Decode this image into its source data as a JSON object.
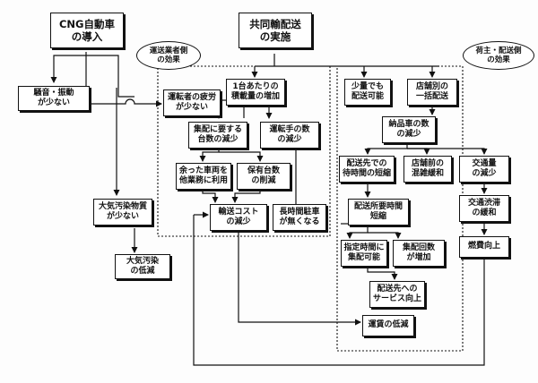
{
  "diagram": {
    "nodes": {
      "cng": "CNG自動車\nの導入",
      "joint": "共同輸配送\nの実施",
      "noise": "騒音・振動\nが少ない",
      "air_pollutant": "大気汚染物質\nが少ない",
      "air_reduce": "大気汚染\nの低減",
      "driver_fatigue": "運転者の疲労\nが少ない",
      "load_increase": "1台あたりの\n積載量の増加",
      "vehicles_needed": "集配に要する\n台数の減少",
      "drivers_reduce": "運転手の数\nの減少",
      "surplus_vehicles": "余った車両を\n他業務に利用",
      "fleet_reduce": "保有台数\nの削減",
      "transport_cost": "輸送コスト\nの減少",
      "long_parking": "長時間駐車\nが無くなる",
      "small_lot": "少量でも\n配送可能",
      "store_bulk": "店舗別の\n一括配送",
      "delivery_count": "納品車の数\nの減少",
      "wait_time": "配送先での\n待時間の短縮",
      "store_congestion": "店舗前の\n混雑緩和",
      "traffic_reduce": "交通量\nの減少",
      "traffic_jam": "交通渋滞\nの緩和",
      "delivery_time": "配送所要時間\n短縮",
      "time_specified": "指定時間に\n集配可能",
      "pickup_increase": "集配回数\nが増加",
      "fuel": "燃費向上",
      "service": "配送先への\nサービス向上",
      "fare_reduce": "運賃の低減"
    },
    "callouts": {
      "carrier": "運送業者側\nの効果",
      "shipper": "荷主・配送側\nの効果"
    }
  }
}
